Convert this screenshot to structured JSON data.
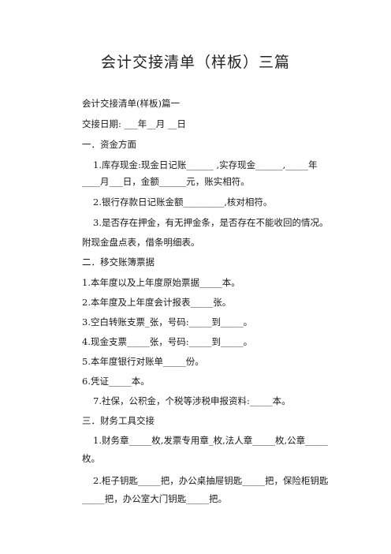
{
  "document": {
    "title": "会计交接清单（样板）三篇",
    "lines": [
      {
        "id": "subtitle",
        "text": "会计交接清单(样板)篇一"
      },
      {
        "id": "date",
        "text": "交接日期: ___年__月 __日"
      },
      {
        "id": "section-1",
        "text": "一．资金方面"
      },
      {
        "id": "item-1-1a",
        "text": "1.库存现金:现金日记账______ ,实存现金______,_____年"
      },
      {
        "id": "item-1-1b",
        "text": "____月___日，金额______元，账实相符。"
      },
      {
        "id": "item-1-2",
        "text": "2.银行存款日记账金额_________,核对相符。"
      },
      {
        "id": "item-1-3",
        "text": "3.是否存在押金，有无押金条，是否存在不能收回的情况。"
      },
      {
        "id": "note-1",
        "text": "附现金盘点表，借条明细表。"
      },
      {
        "id": "section-2",
        "text": "二．移交账簿票据"
      },
      {
        "id": "item-2-1",
        "text": "1.本年度以及上年度原始票据_____本。"
      },
      {
        "id": "item-2-2",
        "text": "2.本年度及上年度会计报表_____张。"
      },
      {
        "id": "item-2-3",
        "text": "3.空白转账支票_张，号码:_____到_____。"
      },
      {
        "id": "item-2-4",
        "text": "4.现金支票_____张，号码:_____到_____。"
      },
      {
        "id": "item-2-5",
        "text": "5.本年度银行对账单_____份。"
      },
      {
        "id": "item-2-6",
        "text": "6.凭证_____本。"
      },
      {
        "id": "item-2-7",
        "text": "7.社保，公积金，个税等涉税申报资料:_____本。"
      },
      {
        "id": "section-3",
        "text": "三．财务工具交接"
      },
      {
        "id": "item-3-1a",
        "text": "1.财务章_____枚,发票专用章_枚,法人章_____枚,公章_____"
      },
      {
        "id": "item-3-1b",
        "text": "枚。"
      },
      {
        "id": "item-3-2a",
        "text": "2.柜子钥匙_____把，办公桌抽屉钥匙_____把，保险柜钥匙"
      },
      {
        "id": "item-3-2b",
        "text": "_____把，办公室大门钥匙_____把。"
      }
    ]
  }
}
